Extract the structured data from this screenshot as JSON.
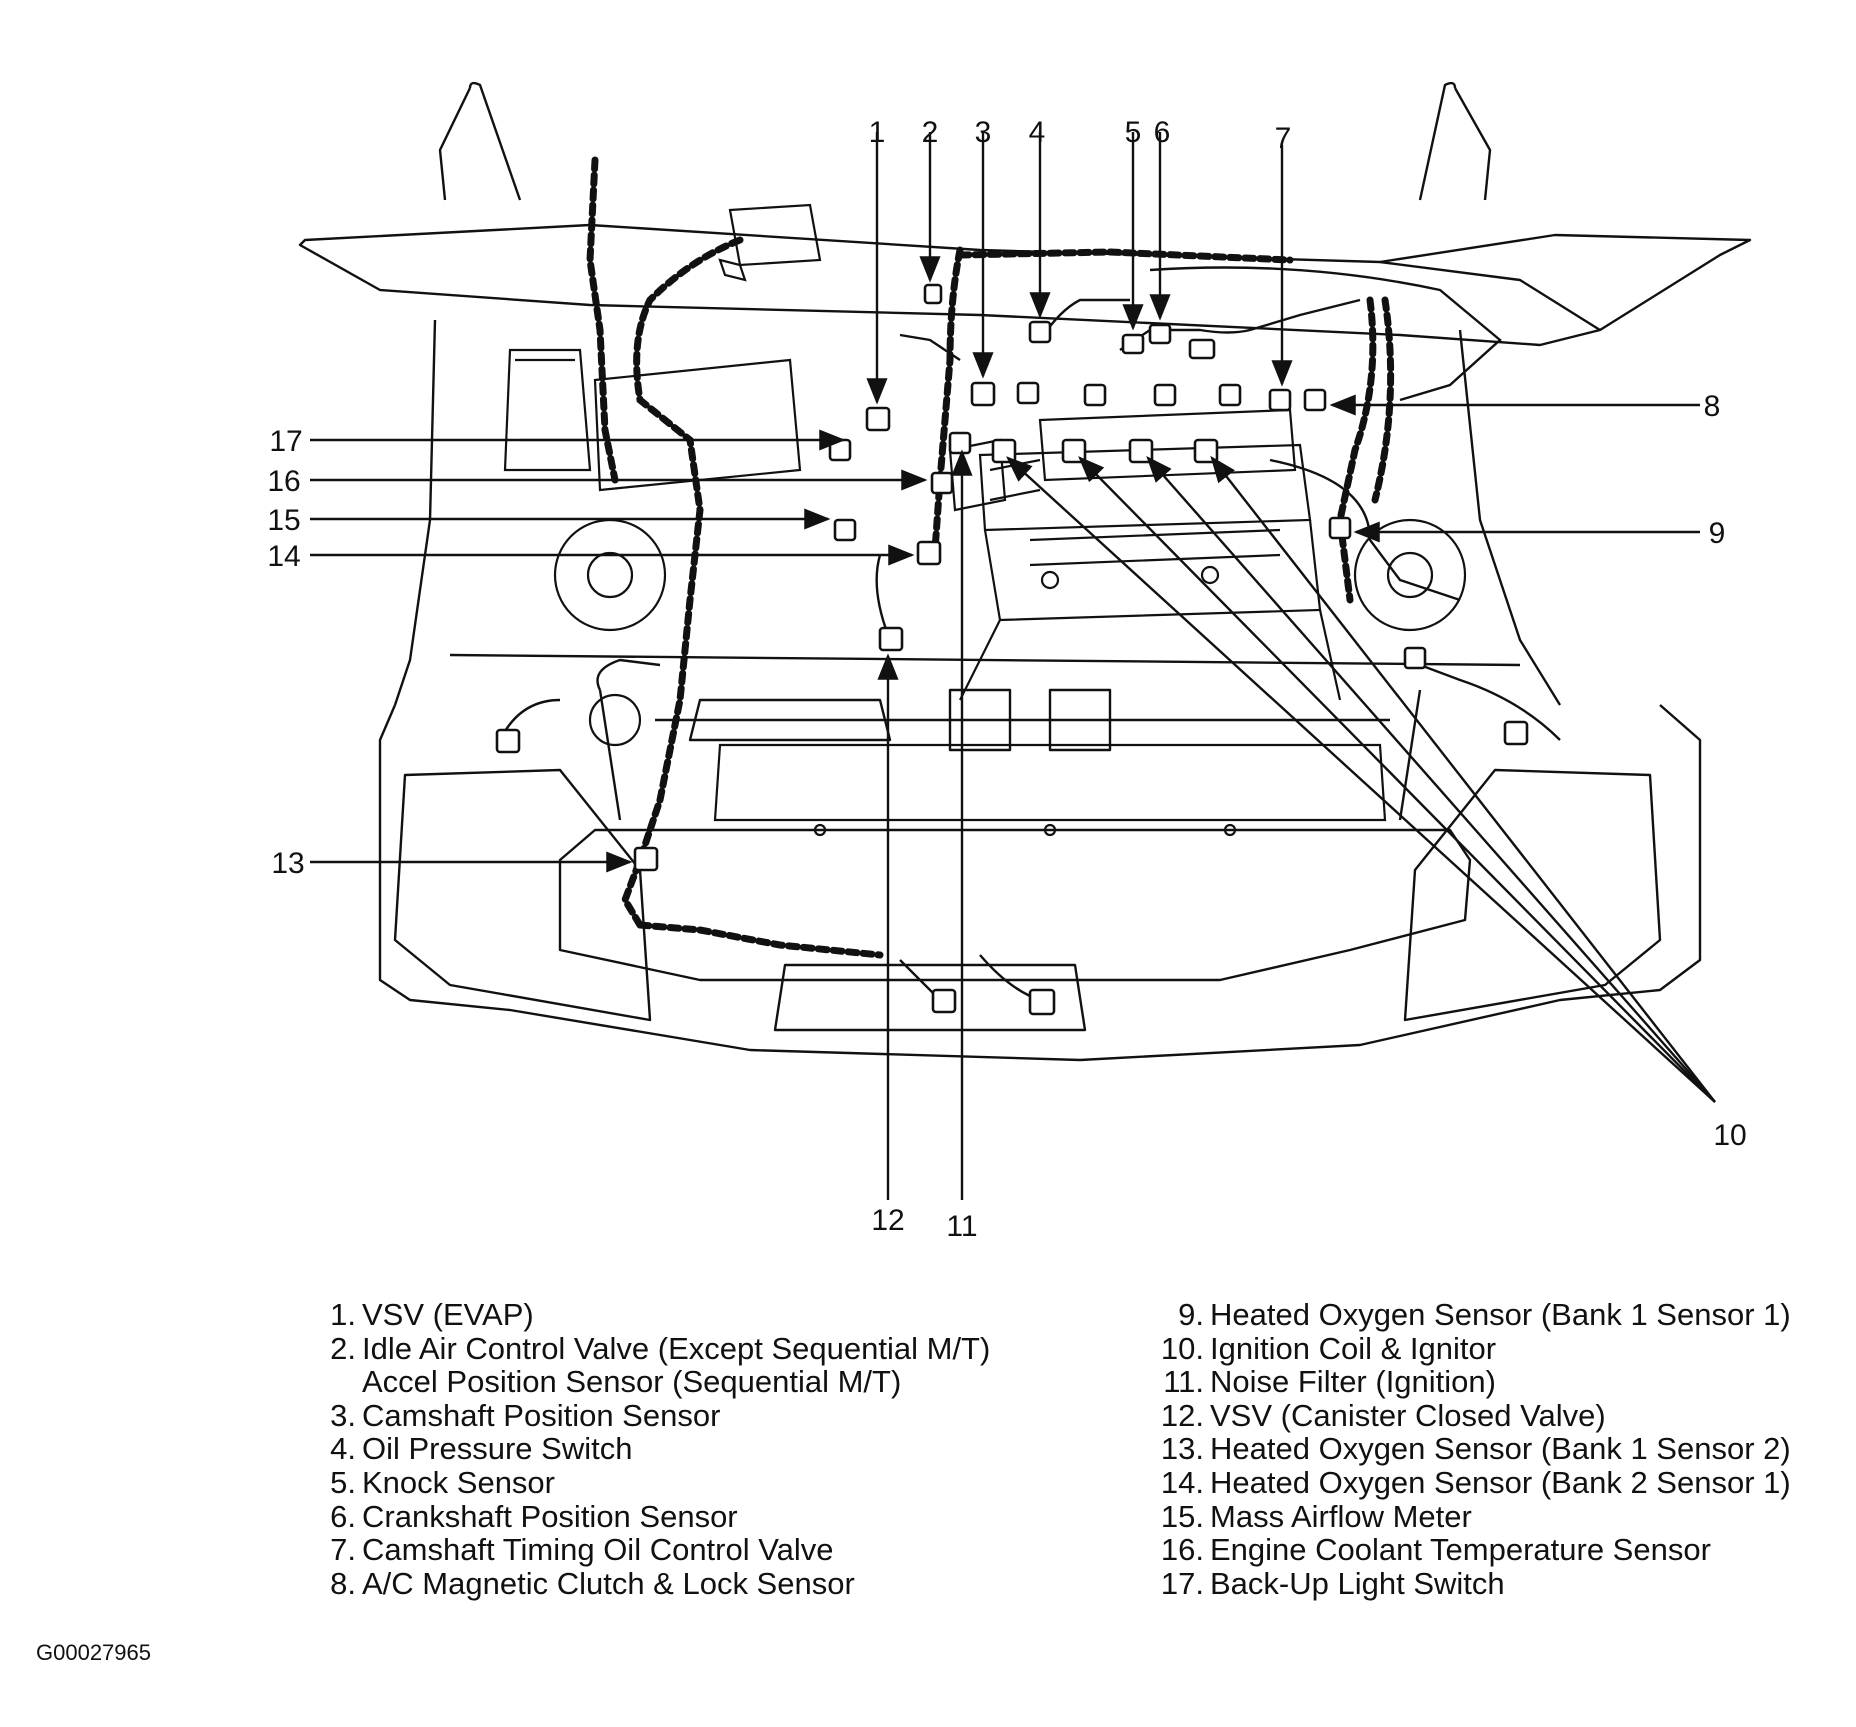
{
  "callouts": {
    "c1": "1",
    "c2": "2",
    "c3": "3",
    "c4": "4",
    "c5": "5",
    "c6": "6",
    "c7": "7",
    "c8": "8",
    "c9": "9",
    "c10": "10",
    "c11": "11",
    "c12": "12",
    "c13": "13",
    "c14": "14",
    "c15": "15",
    "c16": "16",
    "c17": "17"
  },
  "legend": {
    "left": [
      {
        "num": "1.",
        "text": "VSV (EVAP)"
      },
      {
        "num": "2.",
        "text": "Idle Air Control Valve  (Except Sequential M/T)",
        "text2": "Accel Position Sensor (Sequential M/T)"
      },
      {
        "num": "3.",
        "text": "Camshaft Position Sensor"
      },
      {
        "num": "4.",
        "text": "Oil Pressure Switch"
      },
      {
        "num": "5.",
        "text": "Knock Sensor"
      },
      {
        "num": "6.",
        "text": "Crankshaft Position Sensor"
      },
      {
        "num": "7.",
        "text": "Camshaft Timing Oil Control Valve"
      },
      {
        "num": "8.",
        "text": "A/C Magnetic Clutch & Lock Sensor"
      }
    ],
    "right": [
      {
        "num": "9.",
        "text": "Heated Oxygen Sensor (Bank 1 Sensor 1)"
      },
      {
        "num": "10.",
        "text": "Ignition Coil & Ignitor"
      },
      {
        "num": "11.",
        "text": "Noise Filter (Ignition)"
      },
      {
        "num": "12.",
        "text": "VSV (Canister Closed Valve)"
      },
      {
        "num": "13.",
        "text": "Heated Oxygen Sensor (Bank 1 Sensor 2)"
      },
      {
        "num": "14.",
        "text": "Heated Oxygen Sensor (Bank 2 Sensor 1)"
      },
      {
        "num": "15.",
        "text": "Mass Airflow Meter"
      },
      {
        "num": "16.",
        "text": "Engine Coolant Temperature Sensor"
      },
      {
        "num": "17.",
        "text": "Back-Up Light Switch"
      }
    ]
  },
  "figure_id": "G00027965"
}
